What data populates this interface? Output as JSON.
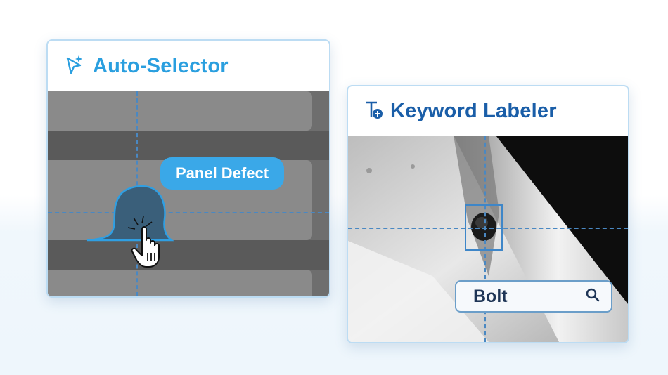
{
  "auto_selector": {
    "title": "Auto-Selector",
    "icon": "sparkle-cursor-icon",
    "defect_label": "Panel Defect"
  },
  "keyword_labeler": {
    "title": "Keyword Labeler",
    "icon": "text-add-icon",
    "search_value": "Bolt",
    "search_icon": "search-icon"
  },
  "colors": {
    "accent": "#3aa8e8",
    "title_dark": "#1a5ea8",
    "card_border": "#bcdcf3"
  }
}
